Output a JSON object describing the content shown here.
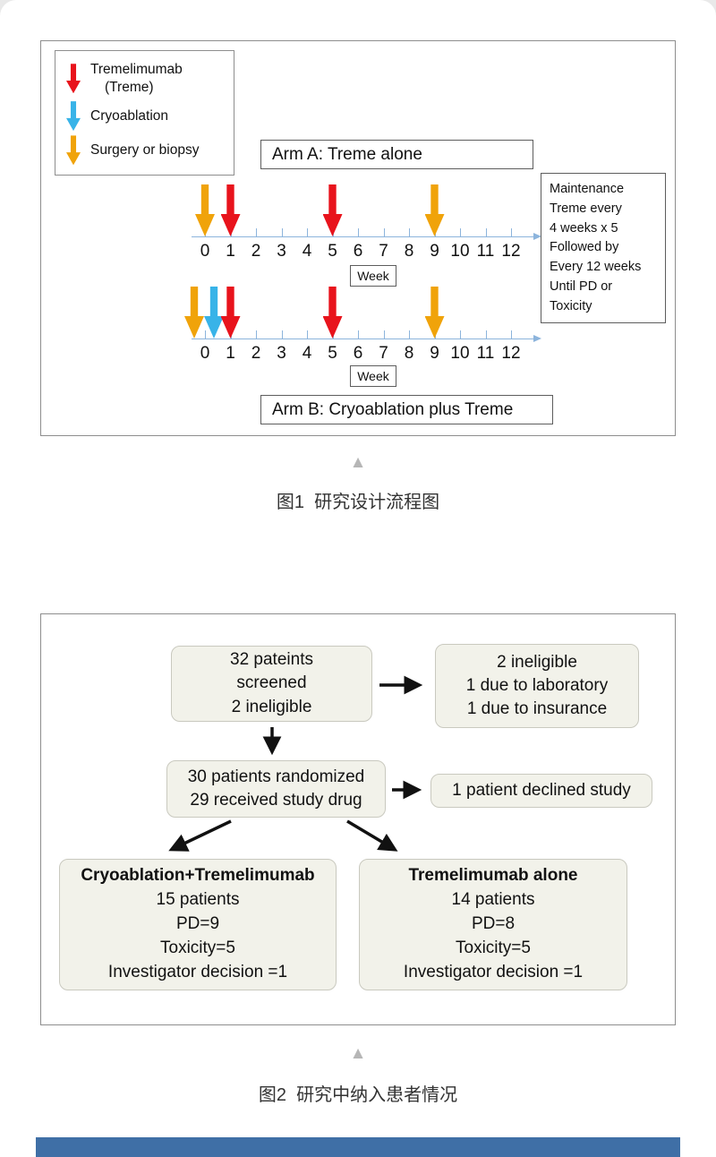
{
  "page": {
    "fig1_caption": "图1  研究设计流程图",
    "fig2_caption": "图2  研究中纳入患者情况",
    "separator_glyph": "▲"
  },
  "colors": {
    "red": "#e8131c",
    "blue": "#38b3e8",
    "yellow": "#f0a30a",
    "axis": "#8cb4dc",
    "footer": "#3f6fa6",
    "box_fill": "#f2f2ea"
  },
  "figure1": {
    "legend": {
      "item1_line1": "Tremelimumab",
      "item1_line2": "(Treme)",
      "item2": "Cryoablation",
      "item3": "Surgery or biopsy"
    },
    "arm_a_label": "Arm A: Treme alone",
    "arm_b_label": "Arm B: Cryoablation plus Treme",
    "week_label": "Week",
    "maintenance_lines": [
      "Maintenance",
      "Treme every",
      "4 weeks x 5",
      "Followed by",
      "Every 12 weeks",
      "Until PD or",
      "Toxicity"
    ],
    "timeline_ticks": [
      "0",
      "1",
      "2",
      "3",
      "4",
      "5",
      "6",
      "7",
      "8",
      "9",
      "10",
      "11",
      "12"
    ],
    "arm_a_events": [
      {
        "week": 0,
        "type": "surgery",
        "color": "yellow"
      },
      {
        "week": 1,
        "type": "treme",
        "color": "red"
      },
      {
        "week": 5,
        "type": "treme",
        "color": "red"
      },
      {
        "week": 9,
        "type": "surgery",
        "color": "yellow"
      }
    ],
    "arm_b_events": [
      {
        "week": 0,
        "type": "surgery",
        "color": "yellow"
      },
      {
        "week": 0,
        "type": "cryoablation",
        "color": "blue"
      },
      {
        "week": 1,
        "type": "treme",
        "color": "red"
      },
      {
        "week": 5,
        "type": "treme",
        "color": "red"
      },
      {
        "week": 9,
        "type": "surgery",
        "color": "yellow"
      }
    ]
  },
  "figure2": {
    "screened_lines": [
      "32 pateints",
      "screened",
      "2 ineligible"
    ],
    "ineligible_lines": [
      "2 ineligible",
      "1 due to laboratory",
      "1 due to insurance"
    ],
    "randomized_lines": [
      "30 patients randomized",
      "29 received study drug"
    ],
    "declined_text": "1 patient declined study",
    "arm_cryo_title": "Cryoablation+Tremelimumab",
    "arm_cryo_lines": [
      "15 patients",
      "PD=9",
      "Toxicity=5",
      "Investigator decision =1"
    ],
    "arm_treme_title": "Tremelimumab alone",
    "arm_treme_lines": [
      "14 patients",
      "PD=8",
      "Toxicity=5",
      "Investigator decision =1"
    ]
  }
}
